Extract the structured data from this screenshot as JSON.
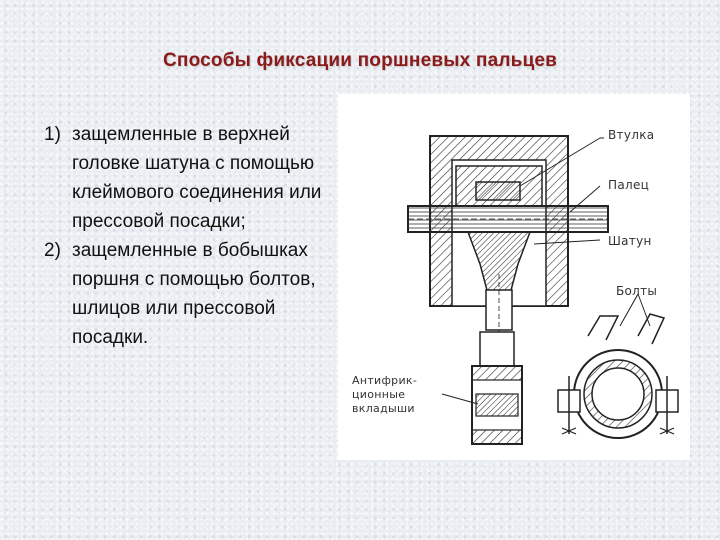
{
  "title": "Способы фиксации поршневых пальцев",
  "list": [
    {
      "number": "1)",
      "text": "защемленные в верхней головке шатуна с помощью клеймового соединения или прессовой посадки;"
    },
    {
      "number": "2)",
      "text": "защемленные в бобышках поршня с помощью болтов, шлицов или прессовой посадки."
    }
  ],
  "figure": {
    "labels": {
      "bushing": "Втулка",
      "pin": "Палец",
      "rod": "Шатун",
      "bolts": "Болты",
      "liners": [
        "Антифрик-",
        "ционные",
        "вкладыши"
      ]
    }
  },
  "colors": {
    "title": "#8b1a1a",
    "text": "#111111",
    "background": "#e9ecf1"
  }
}
